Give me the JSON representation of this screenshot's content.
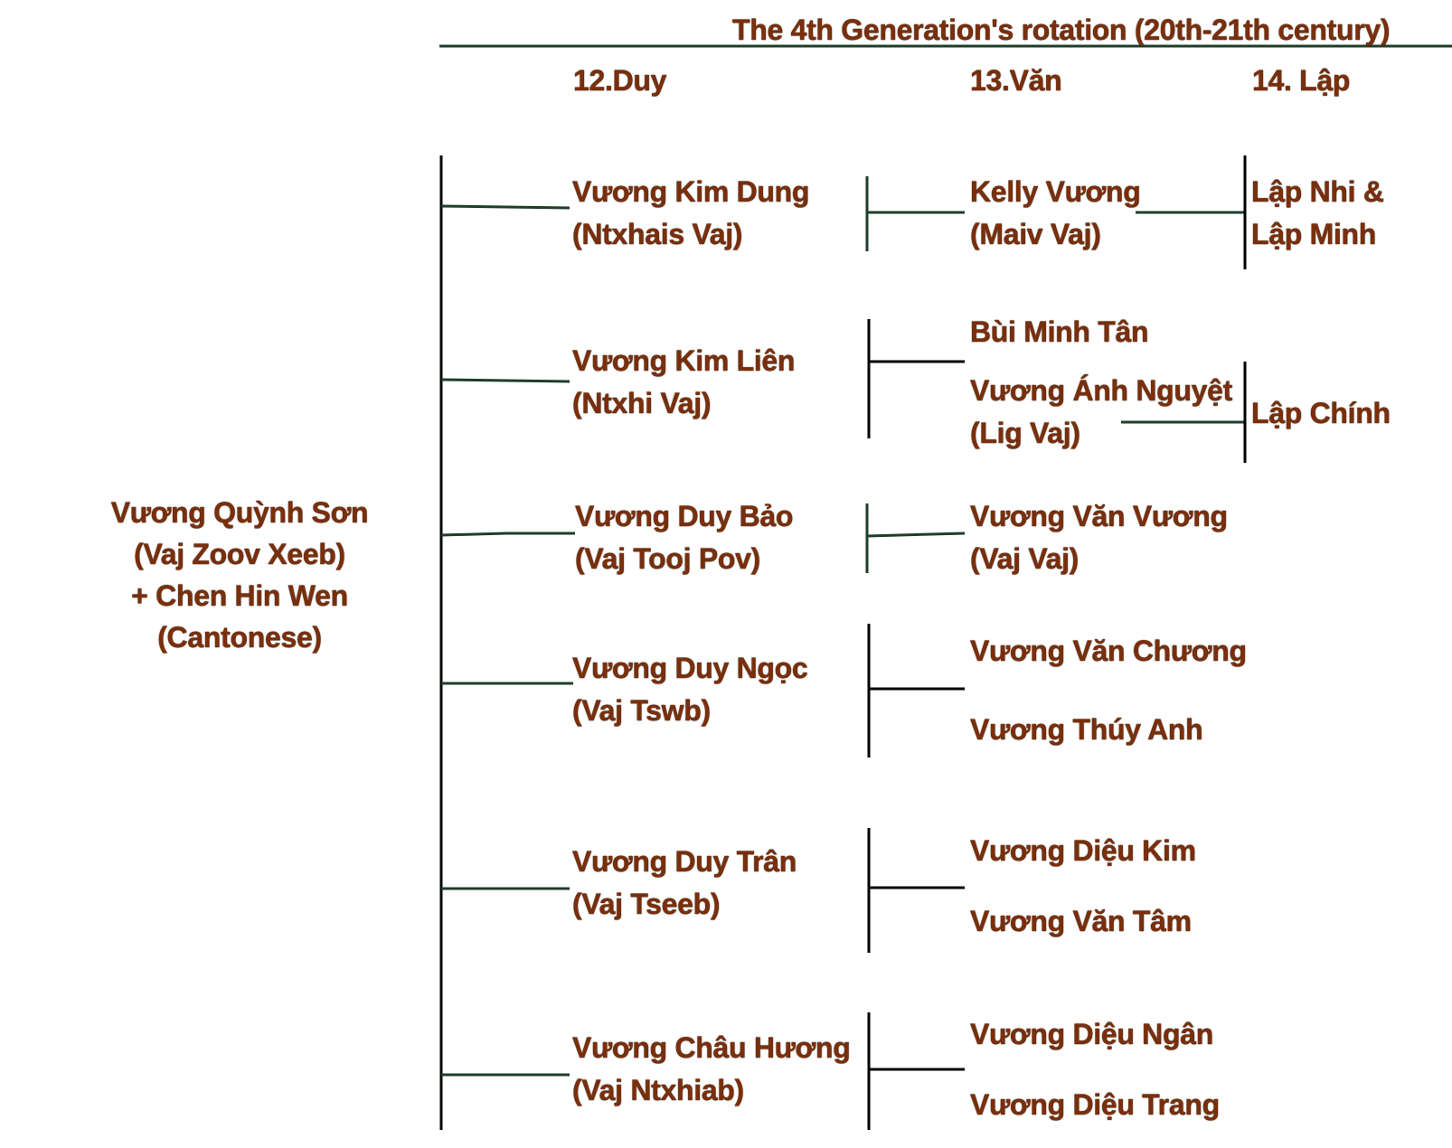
{
  "title": "The 4th Generation's rotation (20th-21th century)",
  "generations": {
    "g12": "12.Duy",
    "g13": "13.Văn",
    "g14": "14. Lập"
  },
  "root": {
    "name": "Vương Quỳnh Sơn",
    "hmong": "(Vaj Zoov Xeeb)",
    "spouse": "+ Chen Hin Wen",
    "spouse_note": "(Cantonese)"
  },
  "children": [
    {
      "name": "Vương Kim Dung",
      "hmong": "(Ntxhais Vaj)",
      "grandchildren": [
        {
          "name": "Kelly Vương",
          "hmong": "(Maiv Vaj)"
        }
      ]
    },
    {
      "name": "Vương Kim Liên",
      "hmong": "(Ntxhi Vaj)",
      "grandchildren": [
        {
          "name": "Bùi Minh Tân"
        },
        {
          "name": "Vương Ánh Nguyệt",
          "hmong": "(Lig Vaj)"
        }
      ]
    },
    {
      "name": "Vương Duy Bảo",
      "hmong": "(Vaj Tooj Pov)",
      "grandchildren": [
        {
          "name": "Vương Văn Vương",
          "hmong": "(Vaj Vaj)"
        }
      ]
    },
    {
      "name": "Vương Duy Ngọc",
      "hmong": "(Vaj Tswb)",
      "grandchildren": [
        {
          "name": "Vương Văn Chương"
        },
        {
          "name": "Vương Thúy Anh"
        }
      ]
    },
    {
      "name": "Vương Duy Trân",
      "hmong": "(Vaj Tseeb)",
      "grandchildren": [
        {
          "name": "Vương Diệu Kim"
        },
        {
          "name": "Vương Văn Tâm"
        }
      ]
    },
    {
      "name": "Vương Châu Hương",
      "hmong": "(Vaj Ntxhiab)",
      "grandchildren": [
        {
          "name": "Vương Diệu Ngân"
        },
        {
          "name": "Vương Diệu Trang"
        }
      ]
    }
  ],
  "great_grandchildren": {
    "kelly": [
      "Lập Nhi &",
      "Lập Minh"
    ],
    "anh_nguyet": "Lập Chính"
  },
  "colors": {
    "text": "#7a2e0b",
    "line_green": "#1f3d2b",
    "line_black": "#000000"
  }
}
